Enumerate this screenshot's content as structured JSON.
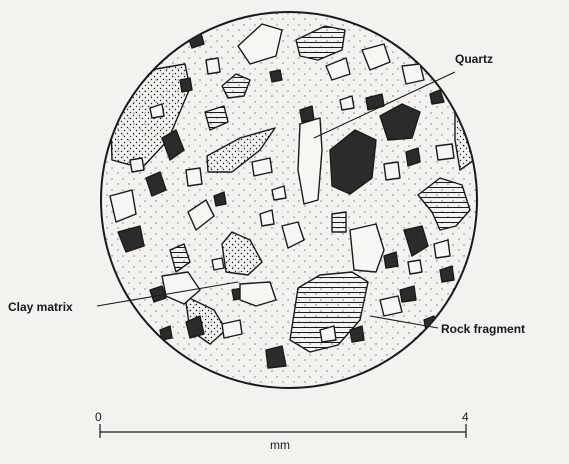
{
  "labels": {
    "quartz": "Quartz",
    "clay_matrix": "Clay matrix",
    "rock_fragment": "Rock fragment"
  },
  "scale_bar": {
    "start": "0",
    "end": "4",
    "unit": "mm"
  },
  "colors": {
    "background": "#f3f2ee",
    "ink": "#1a1a1a",
    "dark_grain": "#2b2b2b"
  }
}
